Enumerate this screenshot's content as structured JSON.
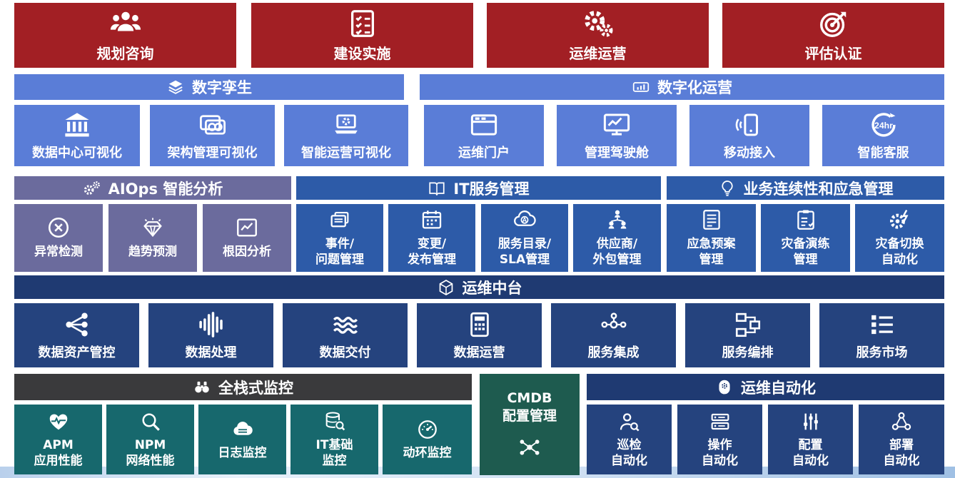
{
  "colors": {
    "red": "#A21F24",
    "cornflower_blue": "#5A7DD7",
    "purple": "#6B6B9D",
    "medium_blue": "#2D5BA8",
    "navy": "#1F3A72",
    "navy_cell": "#25437E",
    "dark_gray": "#3A3A3C",
    "teal": "#17686D",
    "dark_green": "#1E5B4F"
  },
  "lifecycle": {
    "items": [
      {
        "label": "规划咨询",
        "icon": "people-group"
      },
      {
        "label": "建设实施",
        "icon": "checklist"
      },
      {
        "label": "运维运营",
        "icon": "gears"
      },
      {
        "label": "评估认证",
        "icon": "target"
      }
    ]
  },
  "digital_twin": {
    "header": {
      "label": "数字孪生",
      "icon": "layers"
    },
    "cells": [
      {
        "label": "数据中心可视化",
        "icon": "bank"
      },
      {
        "label": "架构管理可视化",
        "icon": "cards-view"
      },
      {
        "label": "智能运营可视化",
        "icon": "laptop-gear"
      }
    ]
  },
  "digital_operation": {
    "header": {
      "label": "数字化运营",
      "icon": "signal-device"
    },
    "cells": [
      {
        "label": "运维门户",
        "icon": "browser-window"
      },
      {
        "label": "管理驾驶舱",
        "icon": "dashboard-monitor"
      },
      {
        "label": "移动接入",
        "icon": "mobile-phone"
      },
      {
        "label": "智能客服",
        "icon": "service-24hr"
      }
    ]
  },
  "aiops": {
    "header": {
      "label": "AIOps 智能分析",
      "icon": "gears-pair"
    },
    "cells": [
      {
        "label": "异常检测",
        "icon": "circle-x"
      },
      {
        "label": "趋势预测",
        "icon": "gem"
      },
      {
        "label": "根因分析",
        "icon": "chart-box"
      }
    ]
  },
  "itsm": {
    "header": {
      "label": "IT服务管理",
      "icon": "open-book"
    },
    "cells": [
      {
        "line1": "事件/",
        "line2": "问题管理",
        "icon": "stacked-cards"
      },
      {
        "line1": "变更/",
        "line2": "发布管理",
        "icon": "calendar"
      },
      {
        "line1": "服务目录/",
        "line2": "SLA管理",
        "icon": "cloud-a"
      },
      {
        "line1": "供应商/",
        "line2": "外包管理",
        "icon": "org-people"
      }
    ]
  },
  "bcm": {
    "header": {
      "label": "业务连续性和应急管理",
      "icon": "bulb"
    },
    "cells": [
      {
        "line1": "应急预案",
        "line2": "管理",
        "icon": "doc-lines"
      },
      {
        "line1": "灾备演练",
        "line2": "管理",
        "icon": "clipboard-check"
      },
      {
        "line1": "灾备切换",
        "line2": "自动化",
        "icon": "gear-bolt"
      }
    ]
  },
  "middle_platform": {
    "header": {
      "label": "运维中台",
      "icon": "platform-box"
    },
    "cells": [
      {
        "label": "数据资产管控",
        "icon": "share-nodes"
      },
      {
        "label": "数据处理",
        "icon": "waveform"
      },
      {
        "label": "数据交付",
        "icon": "waves"
      },
      {
        "label": "数据运营",
        "icon": "calculator"
      },
      {
        "label": "服务集成",
        "icon": "linked-nodes"
      },
      {
        "label": "服务编排",
        "icon": "flow-boxes"
      },
      {
        "label": "服务市场",
        "icon": "list-menu"
      }
    ]
  },
  "monitoring": {
    "header": {
      "label": "全栈式监控",
      "icon": "binoculars"
    },
    "cells": [
      {
        "line1": "APM",
        "line2": "应用性能",
        "icon": "heart-pulse"
      },
      {
        "line1": "NPM",
        "line2": "网络性能",
        "icon": "magnifier"
      },
      {
        "line1": "日志监控",
        "line2": "",
        "icon": "cloud-lines"
      },
      {
        "line1": "IT基础",
        "line2": "监控",
        "icon": "database-search"
      },
      {
        "line1": "动环监控",
        "line2": "",
        "icon": "gauge"
      }
    ]
  },
  "cmdb": {
    "line1": "CMDB",
    "line2": "配置管理",
    "icon": "network-nodes"
  },
  "automation": {
    "header": {
      "label": "运维自动化",
      "icon": "robot-head"
    },
    "cells": [
      {
        "line1": "巡检",
        "line2": "自动化",
        "icon": "person-search"
      },
      {
        "line1": "操作",
        "line2": "自动化",
        "icon": "server-stack"
      },
      {
        "line1": "配置",
        "line2": "自动化",
        "icon": "sliders"
      },
      {
        "line1": "部署",
        "line2": "自动化",
        "icon": "triangle-nodes"
      }
    ]
  }
}
